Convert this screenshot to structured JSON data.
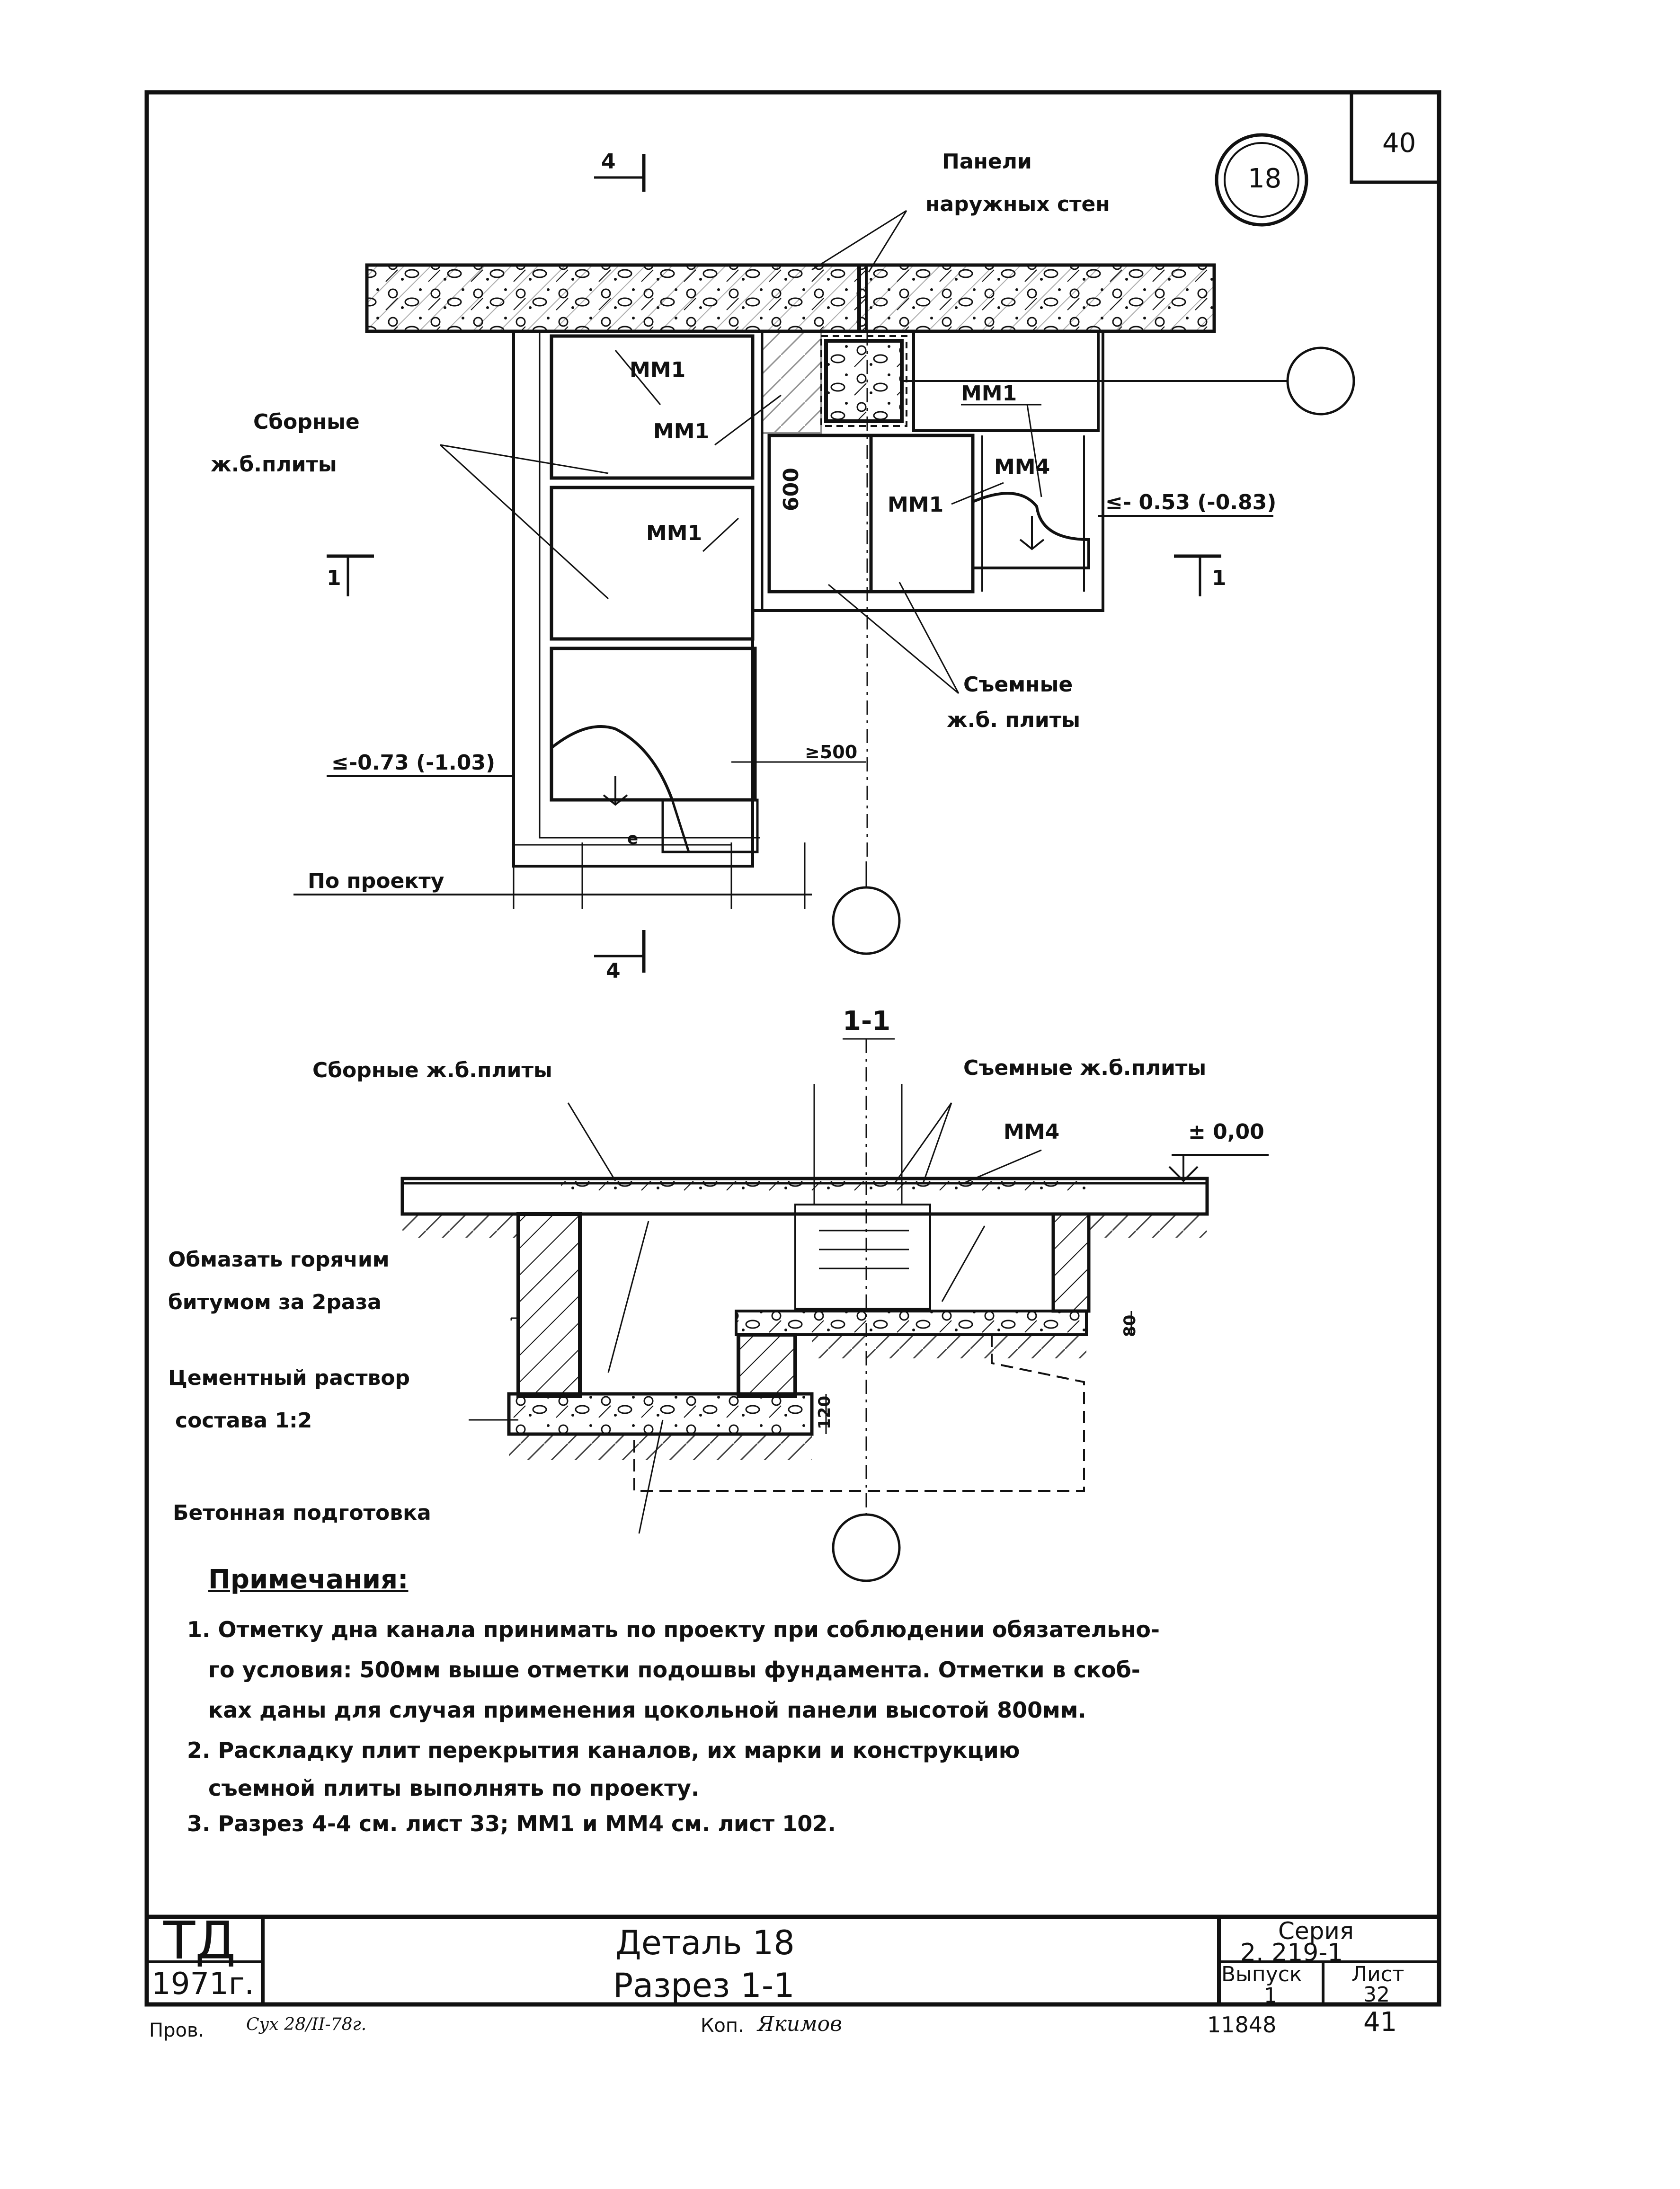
{
  "sheet_corner_number": "40",
  "detail_badge": "18",
  "plan": {
    "section_mark_top": "4",
    "section_mark_bottom": "4",
    "section_mark_left": "1",
    "section_mark_right": "1",
    "label_wall_panels_1": "Панели",
    "label_wall_panels_2": "наружных стен",
    "label_prefab_slabs_1": "Сборные",
    "label_prefab_slabs_2": "ж.б.плиты",
    "mark_mm1_a": "ММ1",
    "mark_mm1_b": "ММ1",
    "mark_mm1_c": "ММ1",
    "mark_mm1_d": "ММ1",
    "mark_mm1_e": "ММ1",
    "mark_mm4": "ММ4",
    "dim_600": "600",
    "level_right": "≤- 0.53 (-0.83)",
    "level_left": "≤-0.73 (-1.03)",
    "label_removable_1": "Съемные",
    "label_removable_2": "ж.б. плиты",
    "dim_500": "≥500",
    "dim_e": "е",
    "label_per_project": "По проекту"
  },
  "section": {
    "title": "1-1",
    "label_prefab_slabs": "Сборные ж.б.плиты",
    "label_removable_slabs": "Съемные ж.б.плиты",
    "mark_mm4": "ММ4",
    "level_zero": "± 0,00",
    "label_bitumen_1": "Обмазать горячим",
    "label_bitumen_2": "битумом за 2раза",
    "label_mortar_1": "Цементный раствор",
    "label_mortar_2": "состава 1:2",
    "label_concrete_prep": "Бетонная подготовка",
    "dim_120": "120",
    "dim_80": "80"
  },
  "notes": {
    "heading": "Примечания:",
    "lines": [
      "1. Отметку дна канала принимать по проекту при соблюдении обязательно-",
      "го условия: 500мм выше отметки подошвы фундамента. Отметки в скоб-",
      "ках даны для случая применения цокольной панели высотой 800мм.",
      "2. Раскладку плит перекрытия каналов, их марки и конструкцию",
      "съемной плиты выполнять по проекту.",
      "3. Разрез 4-4 см. лист 33; ММ1 и ММ4 см. лист 102."
    ]
  },
  "title_block": {
    "org": "ТД",
    "year": "1971г.",
    "title_line1": "Деталь 18",
    "title_line2": "Разрез 1-1",
    "series_label": "Серия",
    "series_value": "2. 219-1",
    "issue_label": "Выпуск",
    "issue_value": "1",
    "sheet_label": "Лист",
    "sheet_value": "32"
  },
  "footer": {
    "checked_label": "Пров.",
    "checked_sig": "Сух 28/II-78г.",
    "copied_label": "Коп.",
    "copied_sig": "Якимов",
    "doc_number": "11848",
    "page_number": "41"
  }
}
